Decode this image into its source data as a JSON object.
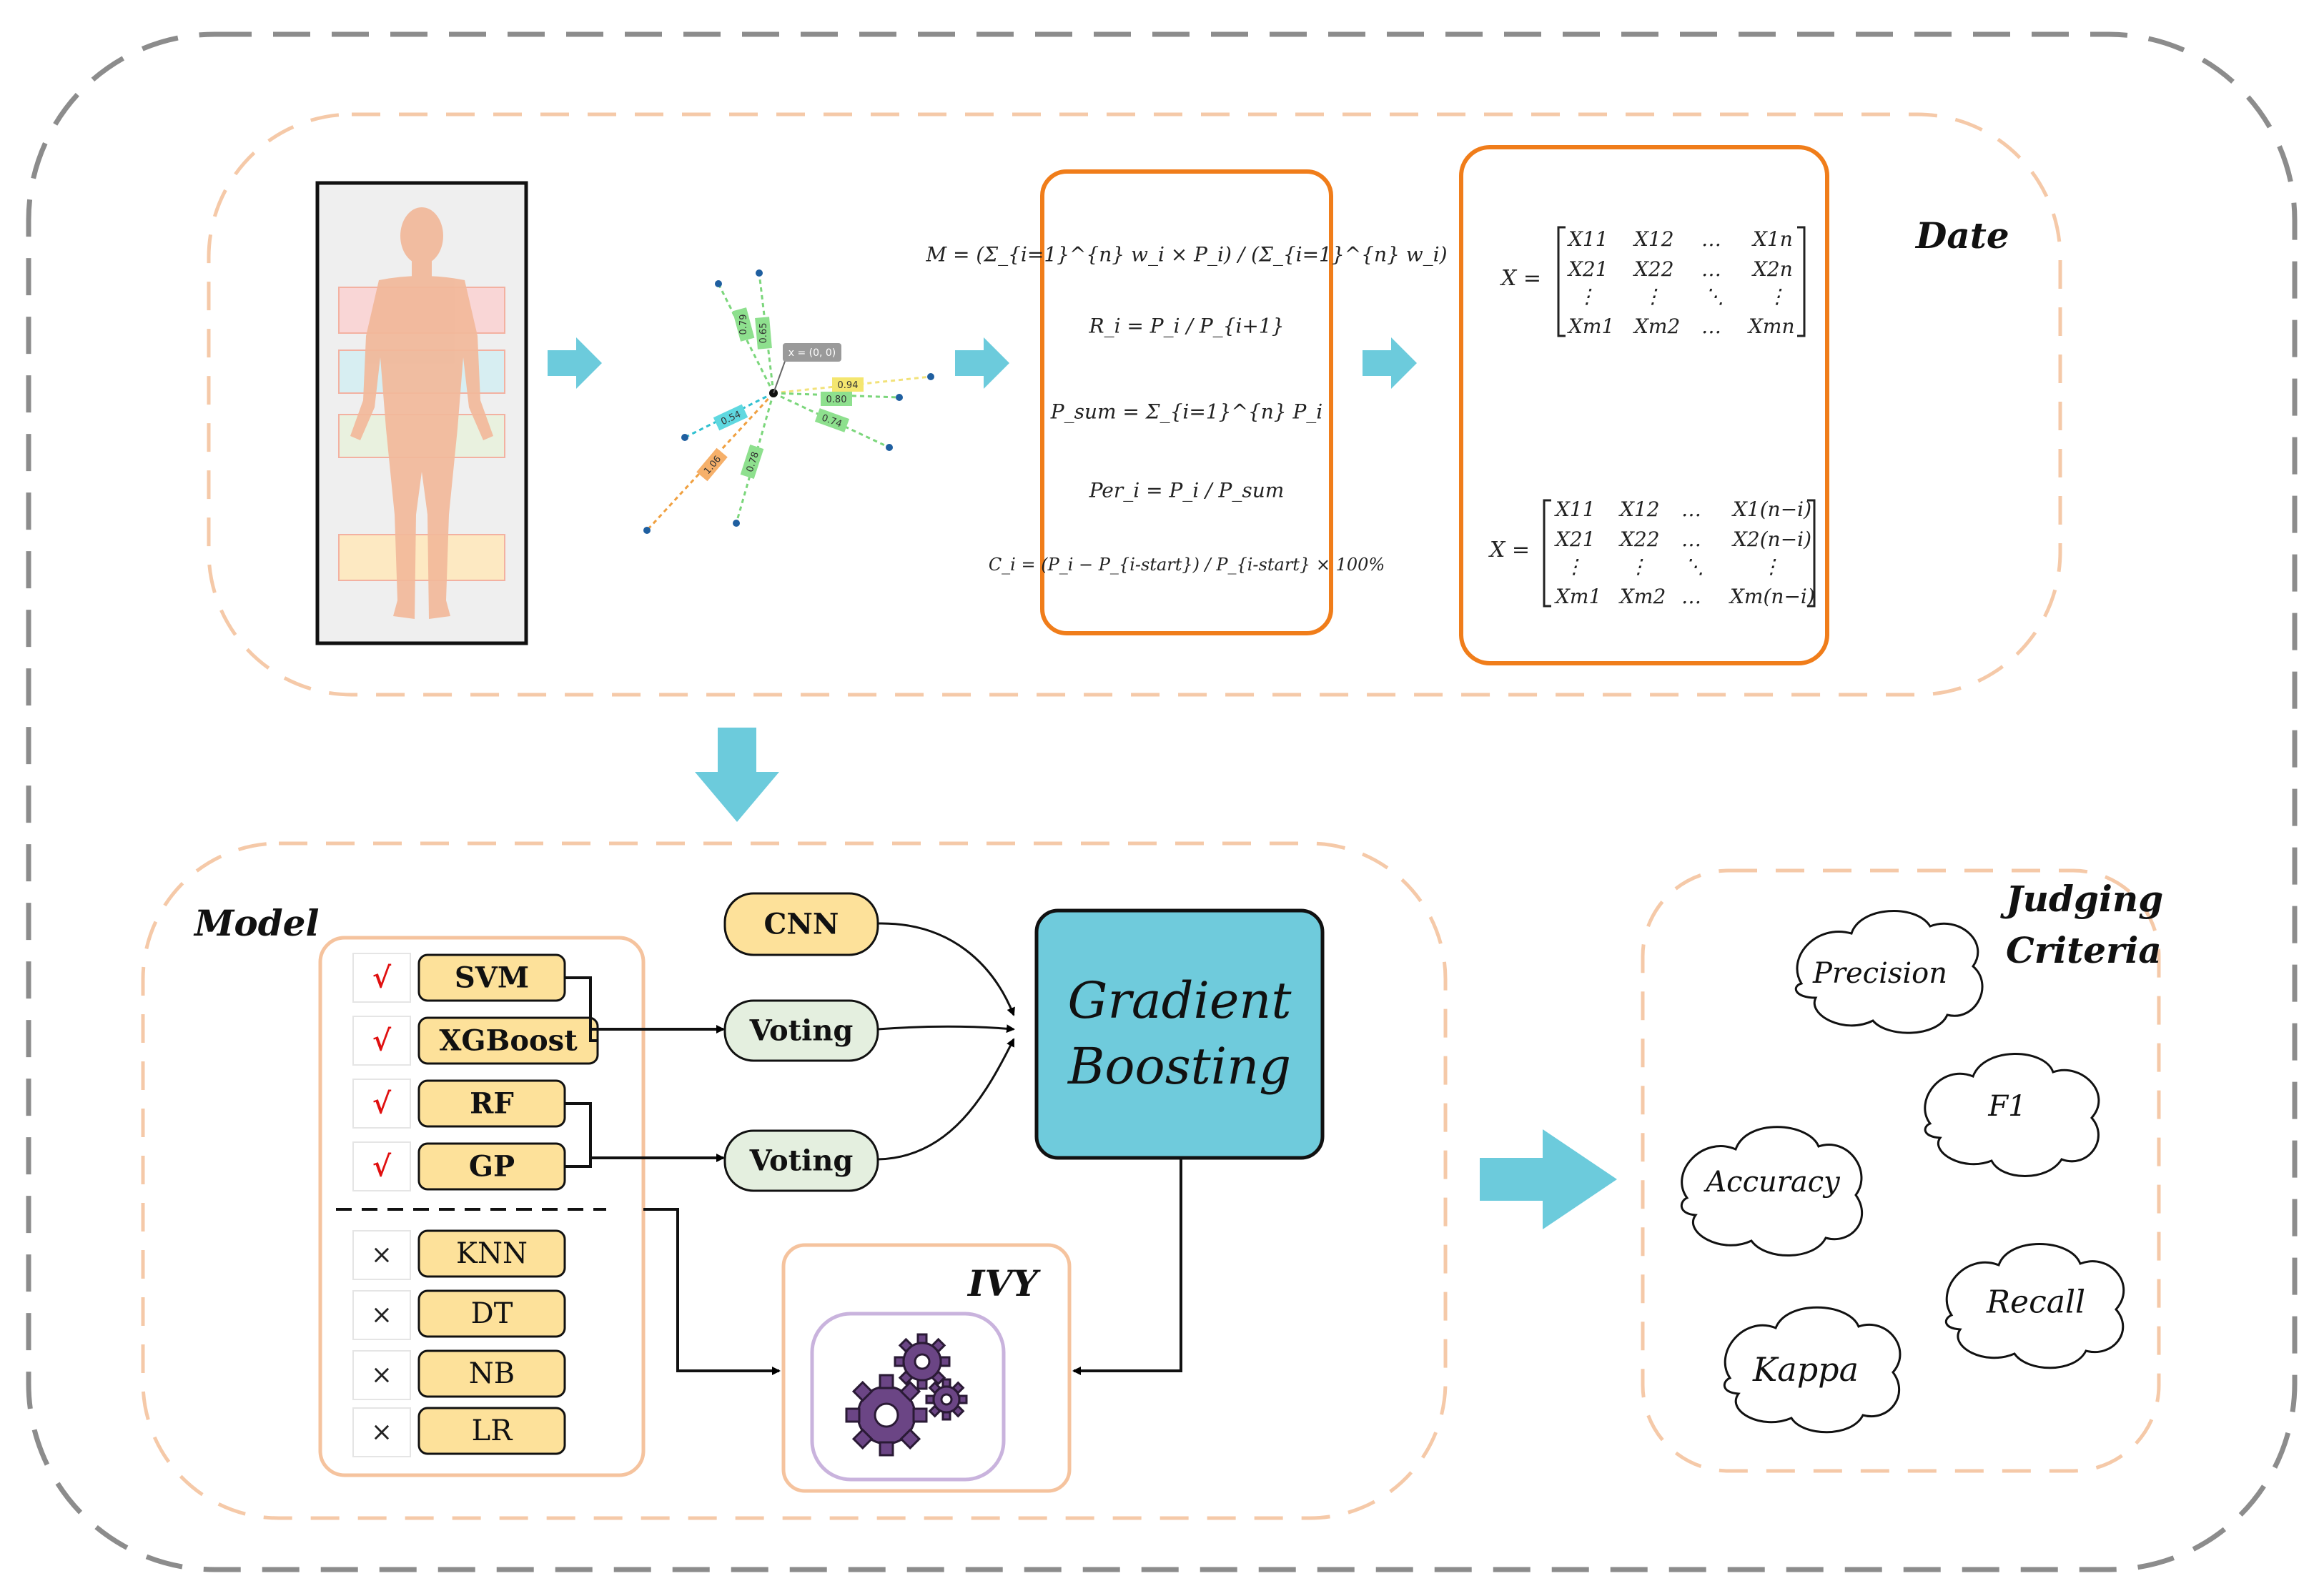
{
  "sections": {
    "data_title": "Date",
    "model_title": "Model",
    "criteria_title": "Judging Criteria",
    "criteria_title_line1": "Judging",
    "criteria_title_line2": "Criteria",
    "ivy_title": "IVY"
  },
  "plot_labels": {
    "origin": "x = (0, 0)",
    "values": [
      "0.79",
      "0.65",
      "0.94",
      "0.80",
      "0.74",
      "0.54",
      "1.06",
      "0.78"
    ]
  },
  "formulas": {
    "M": "M = (Σ_{i=1}^{n} w_i × P_i) / (Σ_{i=1}^{n} w_i)",
    "R": "R_i = P_i / P_{i+1}",
    "Psum": "P_sum = Σ_{i=1}^{n} P_i",
    "Per": "Per_i = P_i / P_sum",
    "C": "C_i = (P_i − P_{i-start}) / P_{i-start} × 100%"
  },
  "matrix_top": {
    "lhs": "X =",
    "rows": [
      [
        "X11",
        "X12",
        "…",
        "X1n"
      ],
      [
        "X21",
        "X22",
        "…",
        "X2n"
      ],
      [
        "⋮",
        "⋮",
        "⋱",
        "⋮"
      ],
      [
        "Xm1",
        "Xm2",
        "…",
        "Xmn"
      ]
    ]
  },
  "matrix_bottom": {
    "lhs": "X =",
    "rows": [
      [
        "X11",
        "X12",
        "…",
        "X1(n−i)"
      ],
      [
        "X21",
        "X22",
        "…",
        "X2(n−i)"
      ],
      [
        "⋮",
        "⋮",
        "⋱",
        "⋮"
      ],
      [
        "Xm1",
        "Xm2",
        "…",
        "Xm(n−i)"
      ]
    ]
  },
  "models_selected": [
    {
      "name": "SVM",
      "mark": "√"
    },
    {
      "name": "XGBoost",
      "mark": "√"
    },
    {
      "name": "RF",
      "mark": "√"
    },
    {
      "name": "GP",
      "mark": "√"
    }
  ],
  "models_rejected": [
    {
      "name": "KNN",
      "mark": "×"
    },
    {
      "name": "DT",
      "mark": "×"
    },
    {
      "name": "NB",
      "mark": "×"
    },
    {
      "name": "LR",
      "mark": "×"
    }
  ],
  "ensemble": {
    "cnn": "CNN",
    "voting1": "Voting",
    "voting2": "Voting",
    "booster_line1": "Gradient",
    "booster_line2": "Boosting"
  },
  "criteria": [
    "Precision",
    "F1",
    "Accuracy",
    "Recall",
    "Kappa"
  ],
  "colors": {
    "dash_outer": "#8c8c8c",
    "dash_inner": "#f5c9a8",
    "arrow": "#6ccbdc",
    "orange_box": "#f07d1a",
    "pill_fill": "#fde19a",
    "voting_fill": "#e4efdf",
    "booster_fill": "#6fcbdc",
    "ivy_inner": "#c9b3dd",
    "gear": "#6b4585",
    "check": "#e01010"
  }
}
